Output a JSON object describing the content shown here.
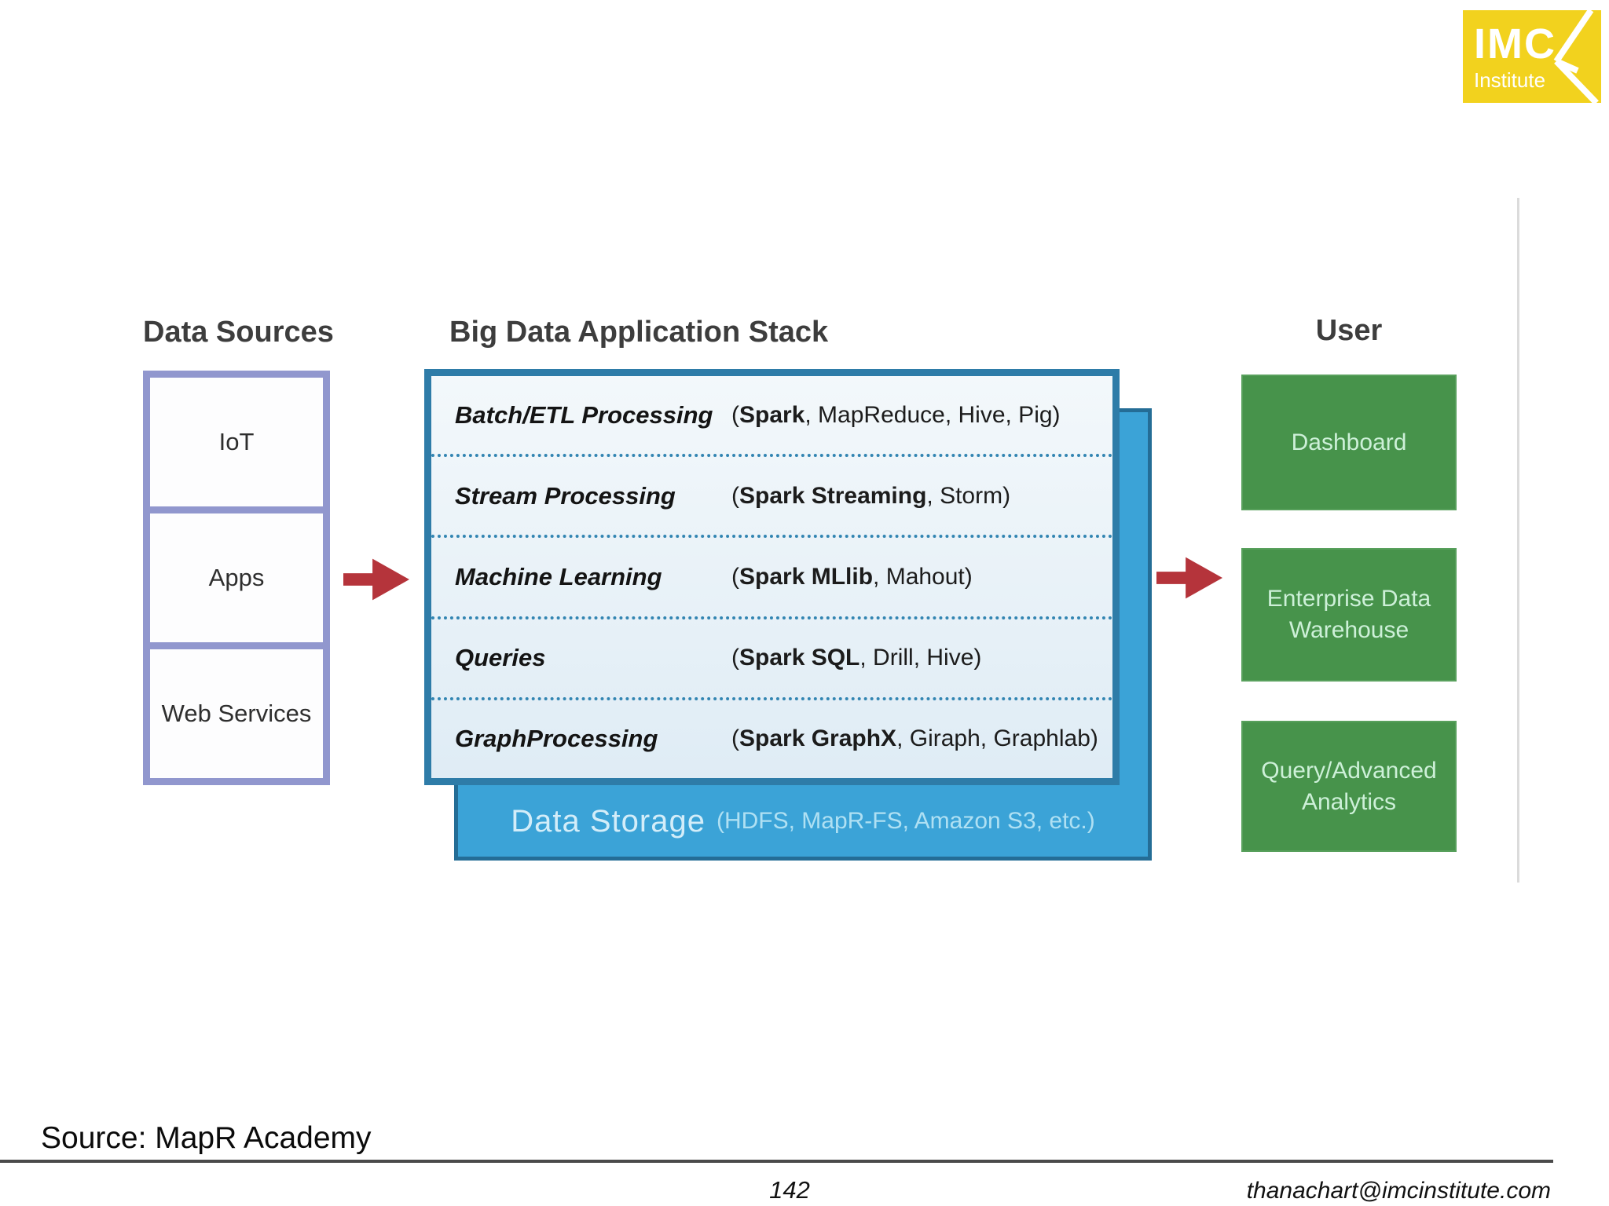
{
  "logo": {
    "line1": "IMC",
    "line2": "Institute"
  },
  "headings": {
    "data_sources": "Data Sources",
    "stack": "Big Data Application Stack",
    "user": "User"
  },
  "data_sources": {
    "items": [
      {
        "label": "IoT"
      },
      {
        "label": "Apps"
      },
      {
        "label": "Web Services"
      }
    ]
  },
  "stack": {
    "rows": [
      {
        "label": "Batch/ETL Processing",
        "open": "(",
        "strong": "Spark",
        "rest": ", MapReduce, Hive, Pig)"
      },
      {
        "label": "Stream Processing",
        "open": "(",
        "strong": "Spark Streaming",
        "rest": ", Storm)"
      },
      {
        "label": "Machine Learning",
        "open": "(",
        "strong": "Spark MLlib",
        "rest": ", Mahout)"
      },
      {
        "label": "Queries",
        "open": "(",
        "strong": "Spark SQL",
        "rest": ", Drill, Hive)"
      },
      {
        "label": "GraphProcessing",
        "open": "(",
        "strong": "Spark GraphX",
        "rest": ", Giraph, Graphlab)"
      }
    ],
    "storage": {
      "title": "Data Storage",
      "detail": "(HDFS, MapR-FS, Amazon S3, etc.)"
    }
  },
  "user": {
    "items": [
      {
        "label": "Dashboard"
      },
      {
        "label": "Enterprise Data Warehouse"
      },
      {
        "label": "Query/Advanced Analytics"
      }
    ]
  },
  "footer": {
    "source": "Source: MapR Academy",
    "page": "142",
    "email": "thanachart@imcinstitute.com"
  },
  "colors": {
    "logo_yellow": "#F2D21E",
    "purple_border": "#9197CE",
    "stack_border_teal": "#2E7CA8",
    "stack_fill": "#EAF2F8",
    "storage_blue": "#3BA3D7",
    "storage_border": "#246D96",
    "green_box": "#47934B",
    "green_text": "#CDF0D8",
    "arrow_red": "#B5343B",
    "heading_gray": "#3D3D3D"
  }
}
